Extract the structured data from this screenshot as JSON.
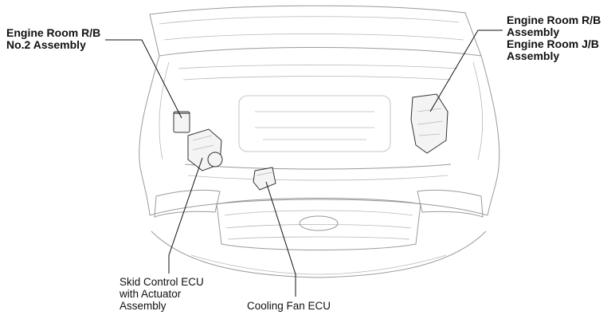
{
  "labels": {
    "rb2": [
      "Engine Room R/B",
      "No.2 Assembly"
    ],
    "rb_jb": [
      "Engine Room R/B",
      "Assembly",
      "Engine Room J/B",
      "Assembly"
    ],
    "skid": [
      "Skid Control ECU",
      "with Actuator",
      "Assembly"
    ],
    "fan": [
      "Cooling Fan ECU"
    ]
  },
  "colors": {
    "vehicle_line": "#9a9a9a",
    "leader_line": "#111111",
    "text": "#111111"
  }
}
